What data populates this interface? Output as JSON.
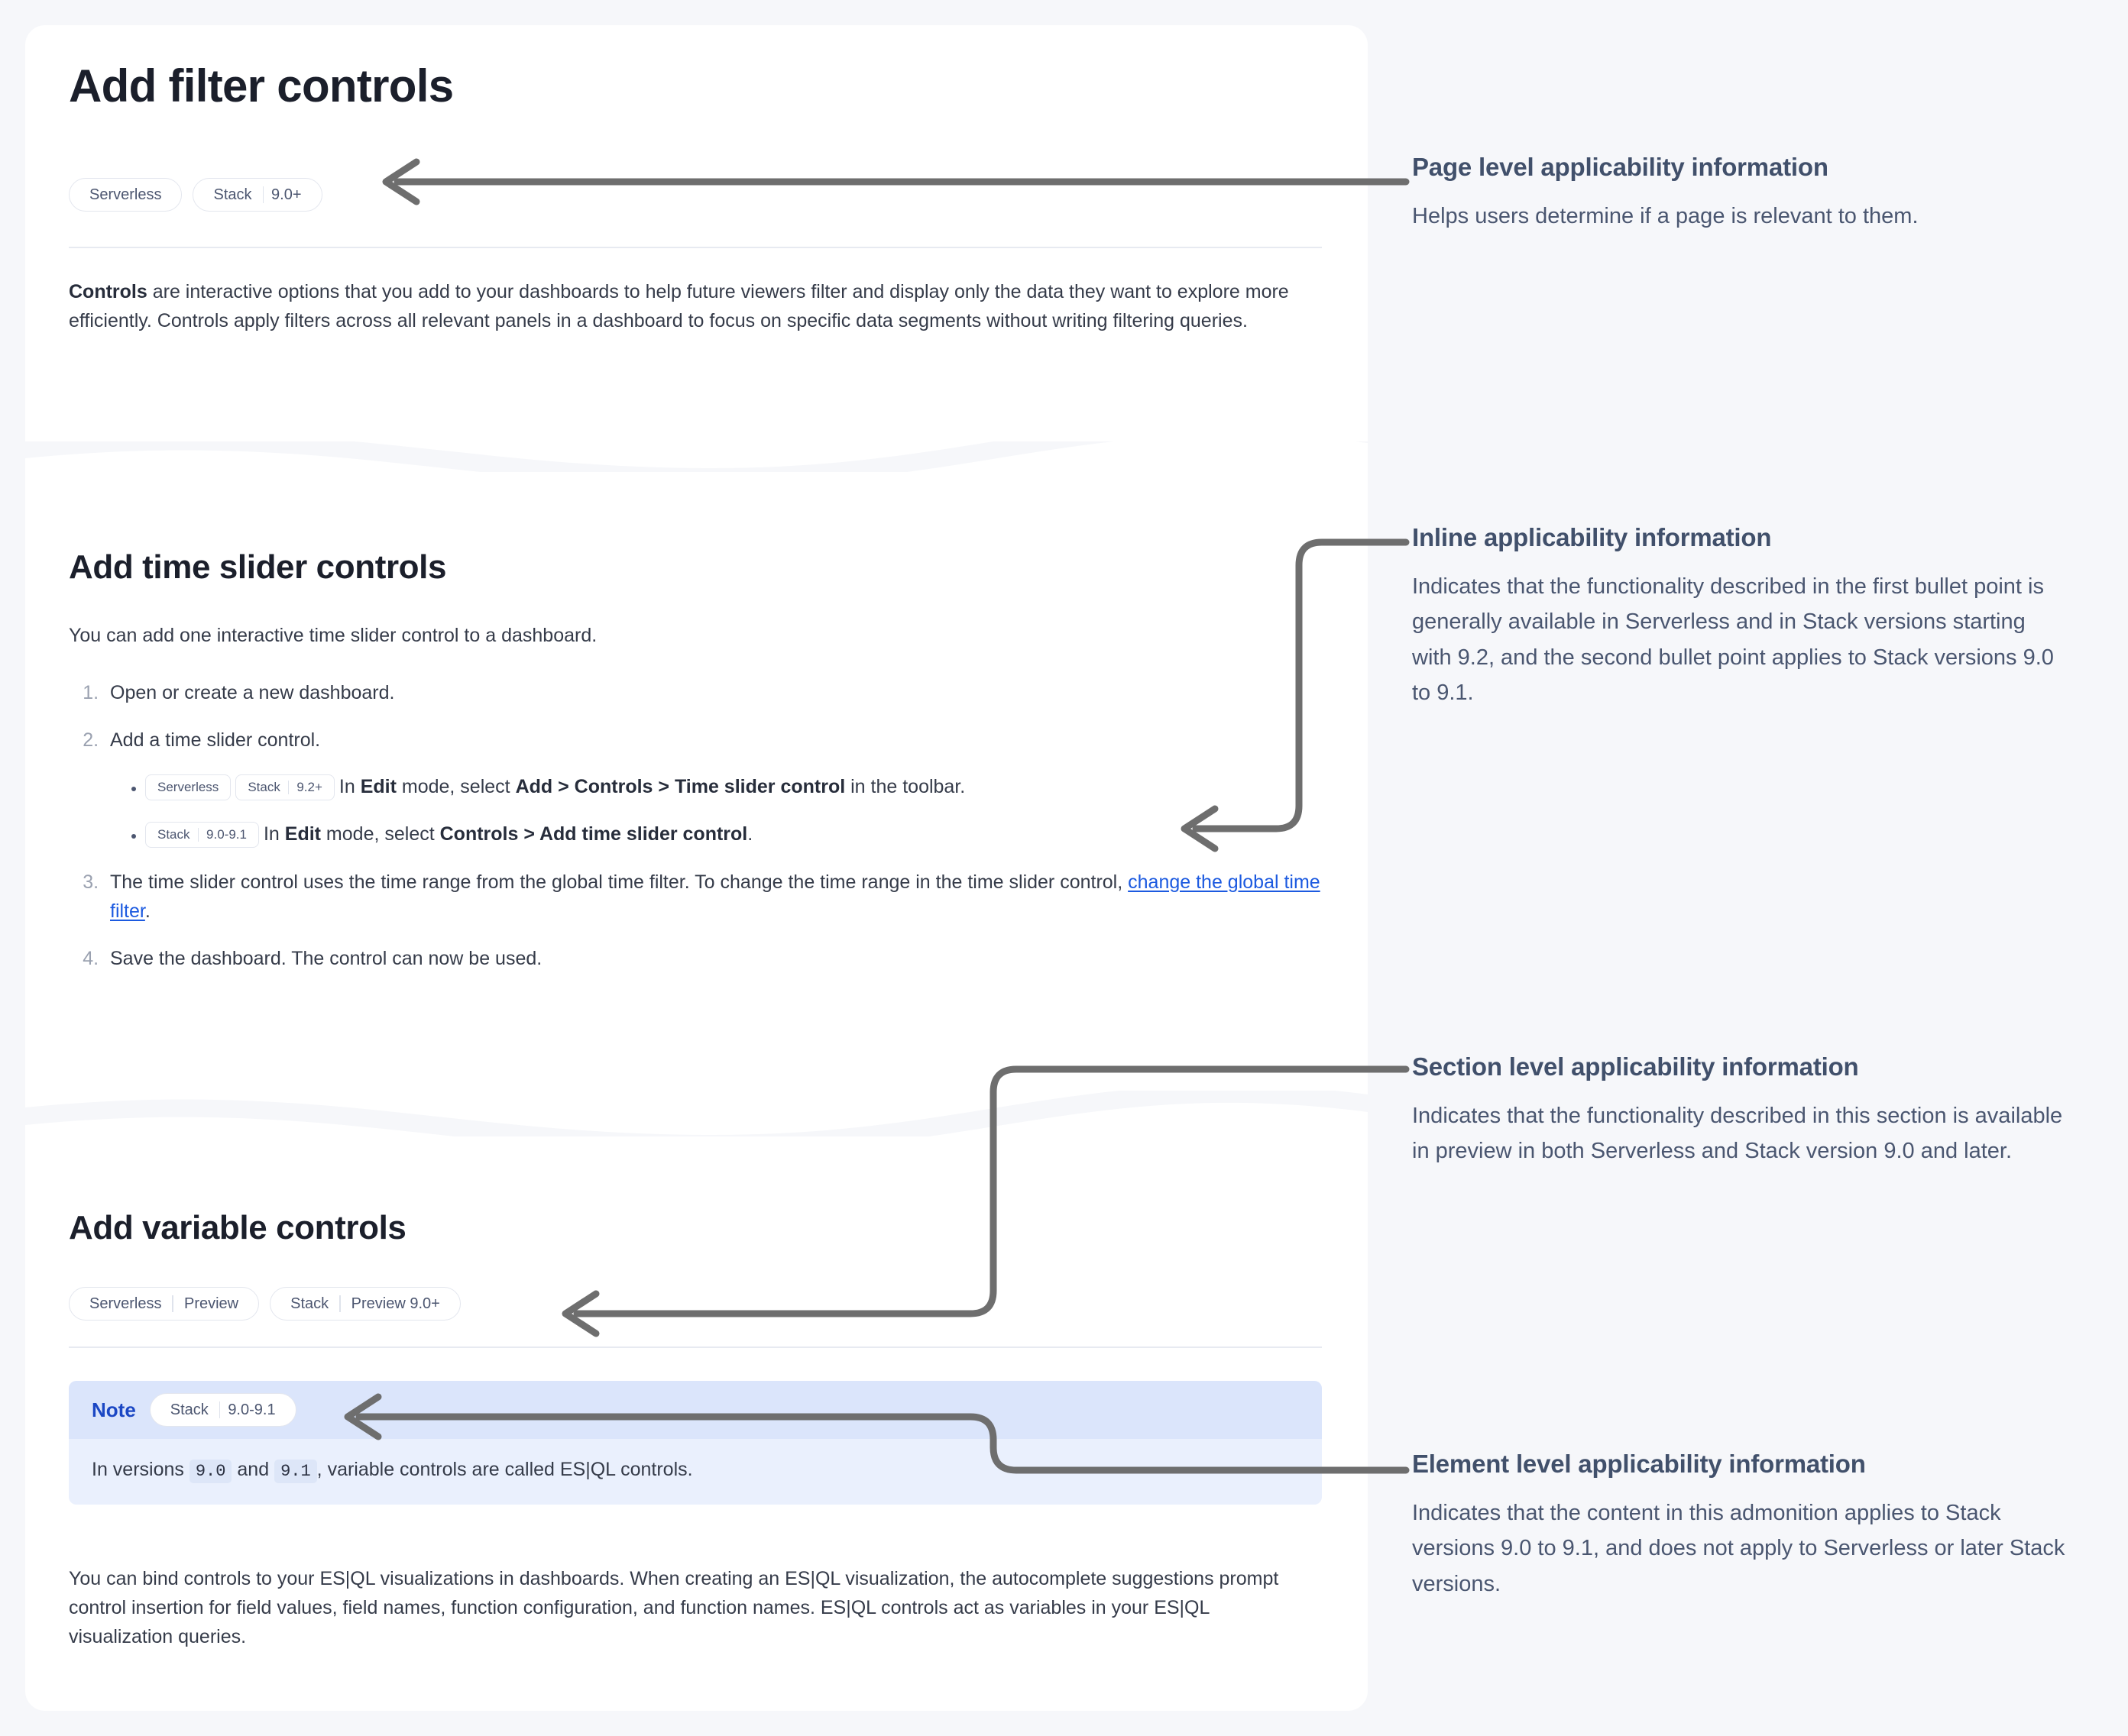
{
  "doc": {
    "page_title": "Add filter controls",
    "page_badges": [
      {
        "name": "Serverless",
        "parts": [
          "Serverless"
        ]
      },
      {
        "name": "Stack 9.0+",
        "parts": [
          "Stack",
          "9.0+"
        ]
      }
    ],
    "intro": {
      "lead": "Controls",
      "rest": " are interactive options that you add to your dashboards to help future viewers filter and display only the data they want to explore more efficiently. Controls apply filters across all relevant panels in a dashboard to focus on specific data segments without writing filtering queries."
    },
    "section_time_slider": {
      "title": "Add time slider controls",
      "intro": "You can add one interactive time slider control to a dashboard.",
      "steps": [
        "Open or create a new dashboard.",
        "Add a time slider control.",
        "The time slider control uses the time range from the global time filter. To change the time range in the time slider control, ",
        "Save the dashboard. The control can now be used."
      ],
      "step3_link": "change the global time filter",
      "step3_tail": ".",
      "sub_bullets": [
        {
          "badges": [
            {
              "parts": [
                "Serverless"
              ]
            },
            {
              "parts": [
                "Stack",
                "9.2+"
              ]
            }
          ],
          "text_parts": [
            "In ",
            "Edit",
            " mode, select ",
            "Add",
            " > ",
            "Controls",
            " > ",
            "Time slider control",
            " in the toolbar."
          ]
        },
        {
          "badges": [
            {
              "parts": [
                "Stack",
                "9.0-9.1"
              ]
            }
          ],
          "text_parts": [
            "In ",
            "Edit",
            " mode, select ",
            "Controls",
            " > ",
            "Add time slider control",
            "."
          ]
        }
      ]
    },
    "section_variable": {
      "title": "Add variable controls",
      "badges": [
        {
          "parts": [
            "Serverless",
            "Preview"
          ]
        },
        {
          "parts": [
            "Stack",
            "Preview 9.0+"
          ]
        }
      ],
      "note": {
        "label": "Note",
        "badge": {
          "parts": [
            "Stack",
            "9.0-9.1"
          ]
        },
        "body_pre": "In versions ",
        "code_a": "9.0",
        "body_mid": " and ",
        "code_b": "9.1",
        "body_post": ", variable controls are called ES|QL controls."
      },
      "paragraph": "You can bind controls to your ES|QL visualizations in dashboards. When creating an ES|QL visualization, the autocomplete suggestions prompt control insertion for field values, field names, function configuration, and function names. ES|QL controls act as variables in your ES|QL visualization queries."
    }
  },
  "annotations": [
    {
      "title": "Page level applicability information",
      "body": "Helps users determine if a page is relevant to them."
    },
    {
      "title": "Inline applicability information",
      "body": "Indicates that the functionality described in the first bullet point is generally available in Serverless and in Stack versions starting with 9.2, and the second bullet point applies to Stack versions 9.0 to 9.1."
    },
    {
      "title": "Section level applicability information",
      "body": "Indicates that the functionality described in this section is available in preview in both Serverless and Stack version 9.0 and later."
    },
    {
      "title": "Element level applicability information",
      "body": "Indicates that the content in this admonition applies to Stack versions 9.0 to 9.1, and does not apply to Serverless or later Stack versions."
    }
  ],
  "colors": {
    "page_background": "#f6f7fa",
    "card_background": "#ffffff",
    "connector": "#6e6e6e",
    "link": "#1c5ae0",
    "note_header": "#dbe5fb",
    "note_body": "#eaf0fd",
    "note_label": "#1b47c4",
    "annotation_text": "#41506b"
  }
}
